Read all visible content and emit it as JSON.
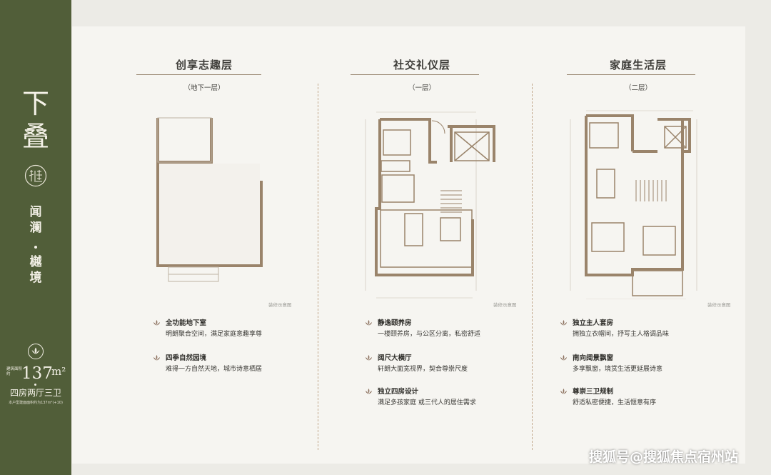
{
  "sidebar": {
    "title_line1": "下",
    "title_line2": "叠",
    "logo_icon": "tree-seal-icon",
    "project_name_part1": "闻澜",
    "project_name_part2": "樾境",
    "area_label": "建筑面积约",
    "area_value": "137",
    "area_unit": "m²",
    "layout_type": "四房两厅三卫",
    "note": "本户型建面面积约为137m²(+10)"
  },
  "colors": {
    "sidebar_green": "#515e39",
    "panel_bg": "#f6f5f1",
    "wall": "#9a846b",
    "accent": "#9b8a74"
  },
  "floors": [
    {
      "title": "创享志趣层",
      "level": "（地下一层）",
      "caption": "装修示意图",
      "features": [
        {
          "title": "全功能地下室",
          "desc": "明朗聚合空间，满足家庭意趣享尊"
        },
        {
          "title": "四季自然园境",
          "desc": "难得一方自然天地，城市诗意栖居"
        }
      ]
    },
    {
      "title": "社交礼仪层",
      "level": "（一层）",
      "caption": "装修示意图",
      "features": [
        {
          "title": "静逸颐养房",
          "desc": "一楼颐养房，与公区分离，私密舒适"
        },
        {
          "title": "阔尺大横厅",
          "desc": "轩朗大面宽视界，契合尊崇尺度"
        },
        {
          "title": "独立四房设计",
          "desc": "满足多孩家庭 或三代人的居住需求"
        }
      ]
    },
    {
      "title": "家庭生活层",
      "level": "（二层）",
      "caption": "装修示意图",
      "features": [
        {
          "title": "独立主人套房",
          "desc": "拥独立衣帽间，抒写主人格调品味"
        },
        {
          "title": "南向阔景飘窗",
          "desc": "多享飘窗，境赏生活更延展诗意"
        },
        {
          "title": "尊崇三卫规制",
          "desc": "舒适私密便捷，生活惬意有序"
        }
      ]
    }
  ],
  "watermark": "搜狐号@搜狐焦点宿州站"
}
